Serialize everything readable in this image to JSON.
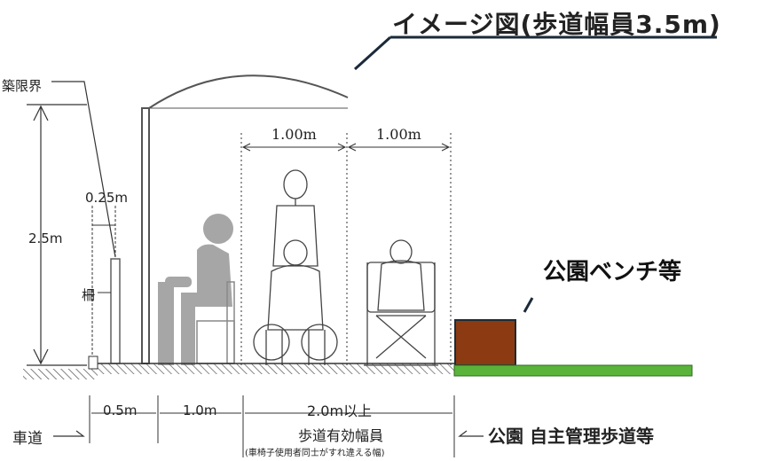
{
  "title": "イメージ図(歩道幅員3.5m)",
  "labels": {
    "construction_limit": "築限界",
    "height": "2.5m",
    "fence_gap": "0.25m",
    "fence": "柵",
    "lane_width_1": "1.00m",
    "lane_width_2": "1.00m",
    "bench": "公園ベンチ等",
    "roadway": "車道",
    "seg_1": "0.5m",
    "seg_2": "1.0m",
    "seg_3": "2.0m以上",
    "effective_width": "歩道有効幅員",
    "effective_width_note": "(車椅子使用者同士がすれ違える幅)",
    "park_side": "公園 自主管理歩道等"
  },
  "colors": {
    "bench_fill": "#8b3a12",
    "bench_border": "#1d2b36",
    "grass": "#5ab33a",
    "person_gray": "#a6a6a6",
    "line": "#333333"
  }
}
